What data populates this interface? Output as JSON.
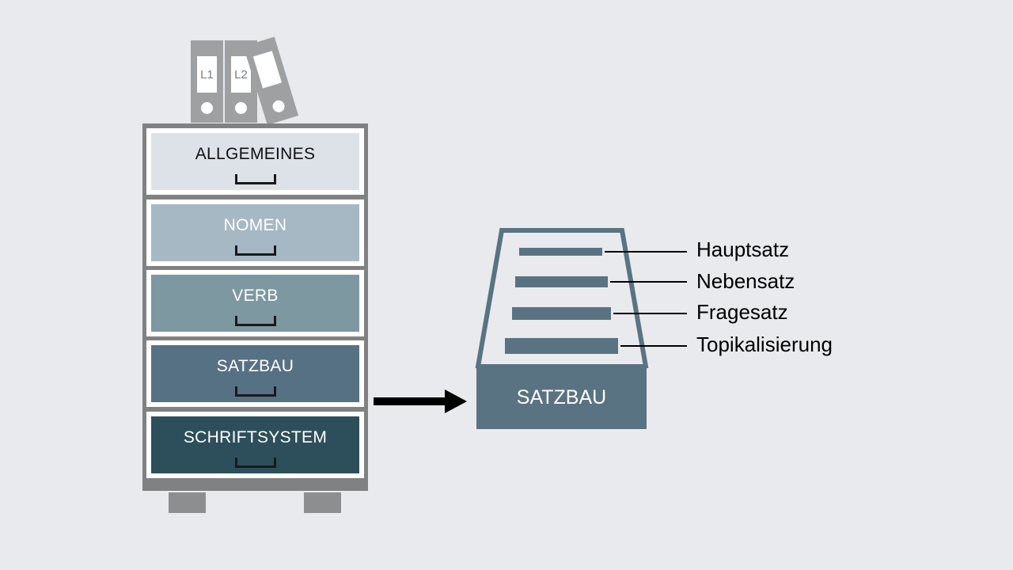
{
  "binders": [
    {
      "label": "L1"
    },
    {
      "label": "L2"
    },
    {
      "label": ""
    }
  ],
  "cabinet": {
    "drawers": [
      {
        "label": "ALLGEMEINES",
        "face_color": "#dde2e8",
        "text_color": "#111111"
      },
      {
        "label": "NOMEN",
        "face_color": "#a7b8c5",
        "text_color": "#ffffff"
      },
      {
        "label": "VERB",
        "face_color": "#7e98a2",
        "text_color": "#ffffff"
      },
      {
        "label": "SATZBAU",
        "face_color": "#577184",
        "text_color": "#ffffff"
      },
      {
        "label": "SCHRIFTSYSTEM",
        "face_color": "#2d4f5c",
        "text_color": "#ffffff"
      }
    ]
  },
  "open_drawer": {
    "label": "SATZBAU",
    "color": "#5a7383",
    "cards": [
      "Hauptsatz",
      "Nebensatz",
      "Fragesatz",
      "Topikalisierung"
    ]
  },
  "colors": {
    "background": "#e9eaee",
    "cabinet_frame": "#808183",
    "binder": "#9fa0a2"
  }
}
